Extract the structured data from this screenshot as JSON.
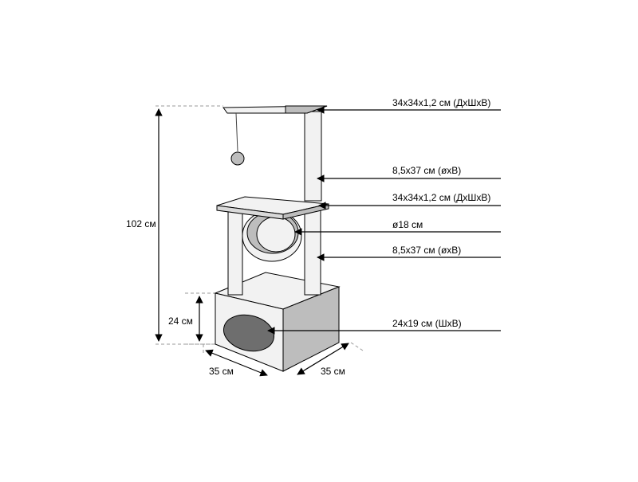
{
  "callouts": [
    {
      "id": "top-platform",
      "text": "34x34x1,2 см (ДхШхВ)"
    },
    {
      "id": "upper-post",
      "text": "8,5x37 см (øxB)"
    },
    {
      "id": "middle-platform",
      "text": "34x34x1,2 см (ДхШхВ)"
    },
    {
      "id": "tunnel",
      "text": "ø18 см"
    },
    {
      "id": "lower-post",
      "text": "8,5x37 см (øxB)"
    },
    {
      "id": "house-opening",
      "text": "24x19 см (ШхВ)"
    }
  ],
  "dimensions": {
    "total_height": "102 см",
    "base_height": "24 см",
    "base_width": "35 см",
    "base_depth": "35 см"
  },
  "colors": {
    "outline": "#000000",
    "light_fill": "#f2f2f2",
    "mid_fill": "#bdbdbd",
    "dark_fill": "#6e6e6e",
    "dash": "#9a9a9a"
  }
}
